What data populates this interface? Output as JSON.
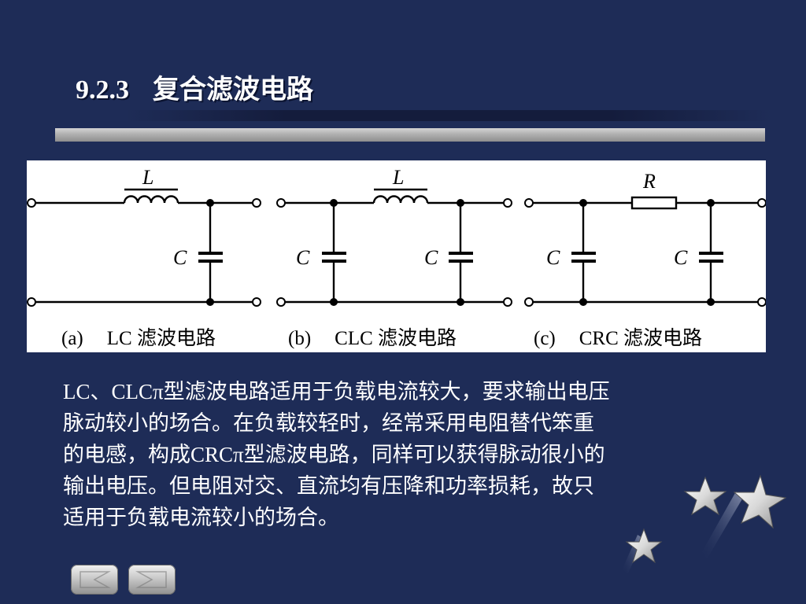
{
  "title": {
    "number": "9.2.3",
    "text": "复合滤波电路"
  },
  "figure": {
    "circuits": [
      {
        "id": "a",
        "tag": "(a)",
        "name": "LC 滤波电路",
        "series_label": "L",
        "cap_labels": [
          "C"
        ]
      },
      {
        "id": "b",
        "tag": "(b)",
        "name": "CLC 滤波电路",
        "series_label": "L",
        "cap_labels": [
          "C",
          "C"
        ]
      },
      {
        "id": "c",
        "tag": "(c)",
        "name": "CRC 滤波电路",
        "series_label": "R",
        "cap_labels": [
          "C",
          "C"
        ]
      }
    ]
  },
  "body": {
    "lines": [
      "LC、CLCπ型滤波电路适用于负载电流较大，要求输出电压",
      "脉动较小的场合。在负载较轻时，经常采用电阻替代笨重",
      "的电感，构成CRCπ型滤波电路，同样可以获得脉动很小的",
      "输出电压。但电阻对交、直流均有压降和功率损耗，故只",
      "适用于负载电流较小的场合。"
    ]
  },
  "navigation": {
    "prev": "previous-slide",
    "next": "next-slide"
  },
  "colors": {
    "background": "#1e2c57",
    "text": "#ffffff",
    "figure_bg": "#ffffff",
    "rule": "#b0b0b0"
  }
}
